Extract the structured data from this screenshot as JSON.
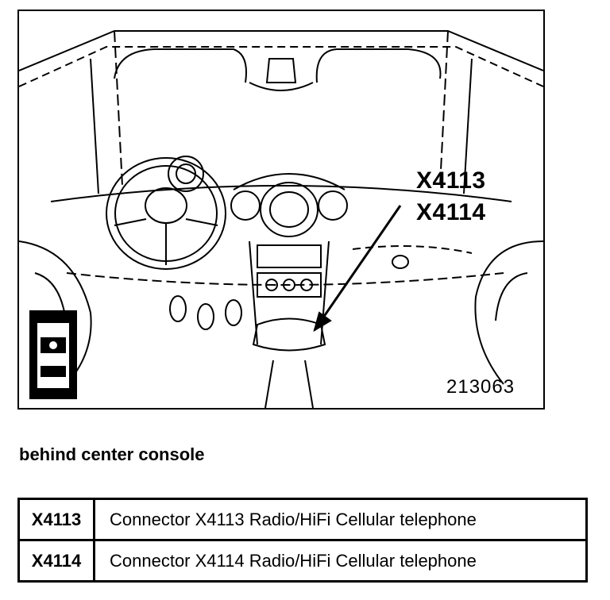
{
  "figure": {
    "callouts": [
      "X4113",
      "X4114"
    ],
    "figure_number": "213063"
  },
  "caption": "behind center console",
  "table": {
    "rows": [
      {
        "code": "X4113",
        "description": "Connector X4113 Radio/HiFi Cellular telephone"
      },
      {
        "code": "X4114",
        "description": "Connector X4114 Radio/HiFi Cellular telephone"
      }
    ]
  }
}
